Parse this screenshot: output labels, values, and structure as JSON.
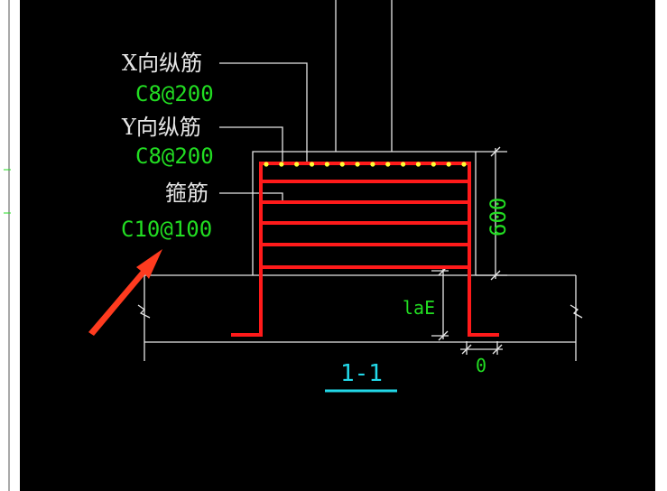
{
  "labels": {
    "x_bar_name": "X向纵筋",
    "x_bar_spec": "C8@200",
    "y_bar_name": "Y向纵筋",
    "y_bar_spec": "C8@200",
    "stirrup_name": "箍筋",
    "stirrup_spec": "C10@100",
    "height_dim": "600",
    "anchor_dim": "laE",
    "bottom_dim": "0",
    "section_title": "1-1"
  },
  "colors": {
    "background": "#000000",
    "outline": "#e6e6e6",
    "rebar": "#ff1a1a",
    "rebar_dot": "#ffff33",
    "dimension": "#22dd22",
    "section_title": "#22d8e8",
    "arrow": "#ff3b1f"
  }
}
